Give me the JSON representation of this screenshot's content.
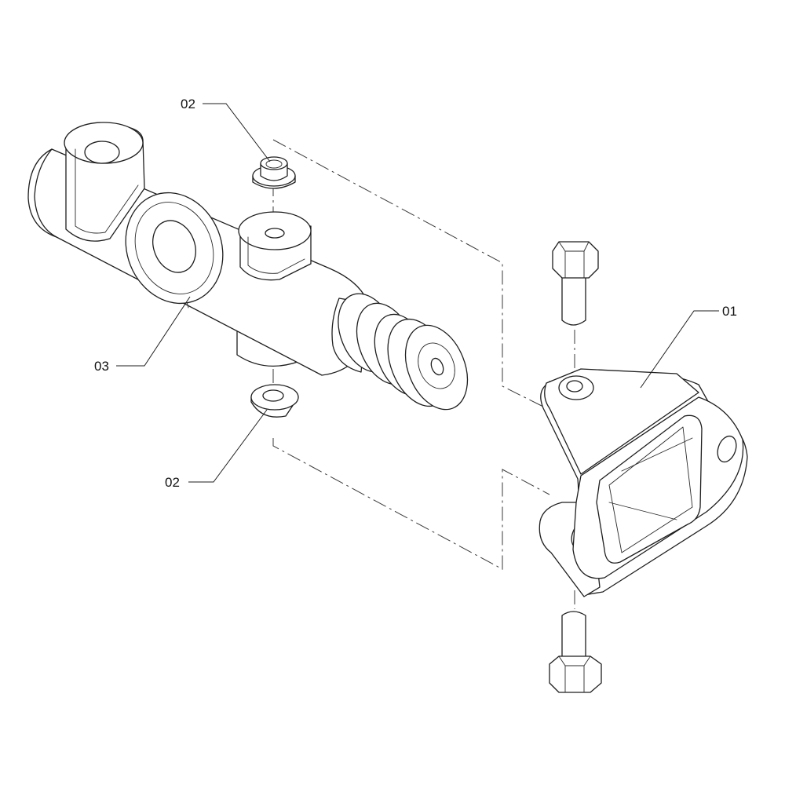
{
  "callouts": {
    "bracket": "01",
    "washer_top": "02",
    "washer_bottom": "02",
    "cylinder": "03"
  }
}
